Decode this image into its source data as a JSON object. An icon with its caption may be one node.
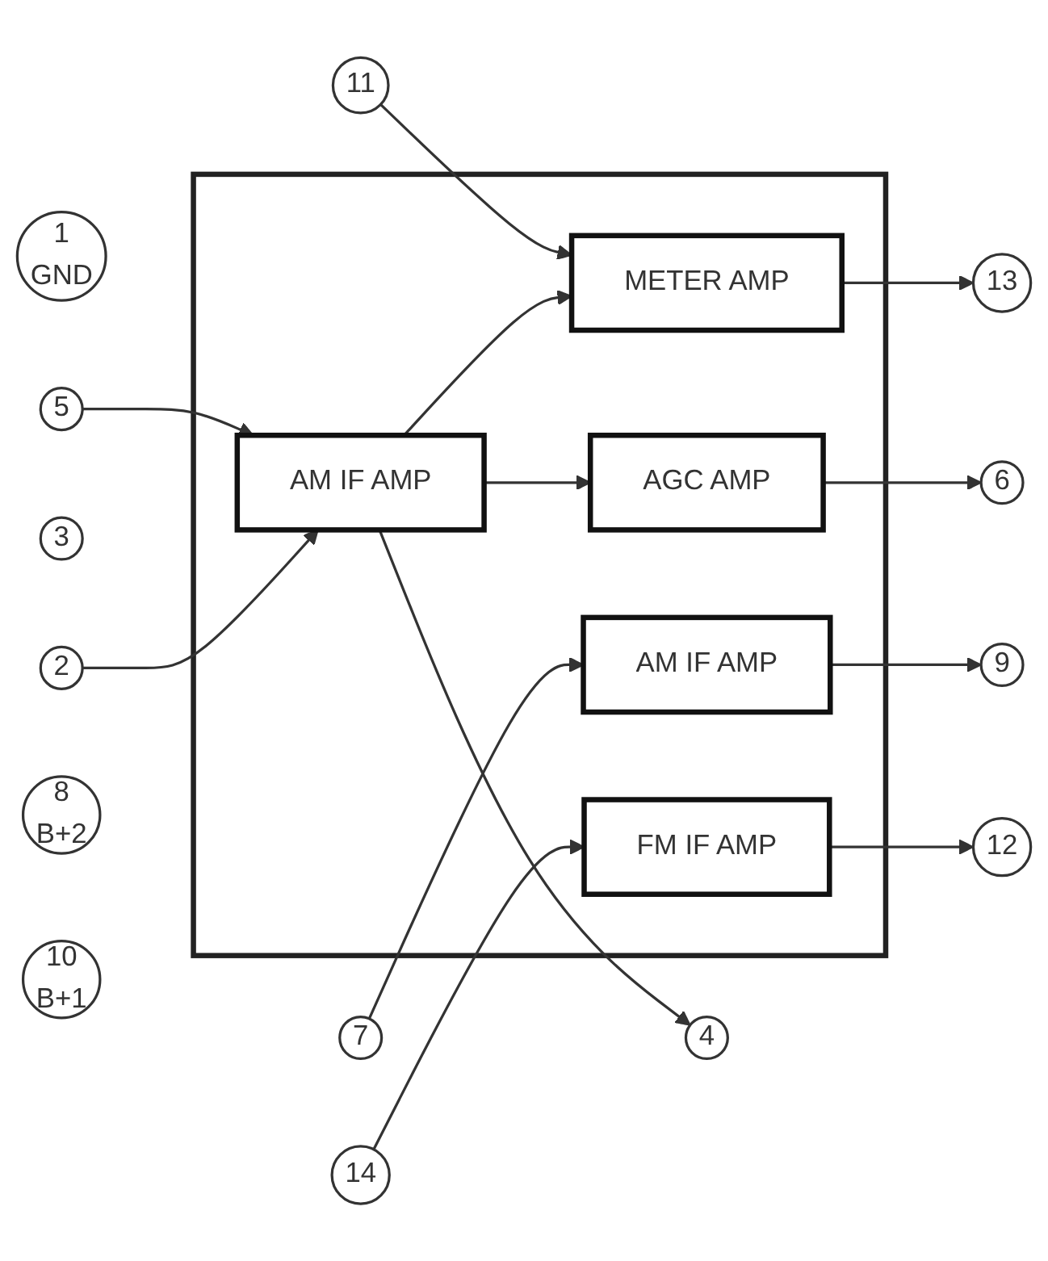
{
  "diagram": {
    "nodes": [
      {
        "text": [],
        "shape": "box"
      },
      {
        "text": [
          "FM IF AMP"
        ],
        "in": 0
      },
      {
        "text": [
          "AM IF AMP"
        ],
        "in": 0
      },
      {
        "text": [
          "METER AMP"
        ],
        "in": 0
      },
      {
        "text": [
          "AGC AMP"
        ],
        "in": 0
      },
      {
        "text": [
          "AM IF AMP"
        ],
        "in": 0
      },
      {
        "text": [
          "1",
          "GND"
        ]
      },
      {
        "text": [
          "2"
        ]
      },
      {
        "text": [
          "3"
        ]
      },
      {
        "text": [
          "4"
        ]
      },
      {
        "text": [
          "5"
        ]
      },
      {
        "text": [
          "6"
        ]
      },
      {
        "text": [
          "7"
        ]
      },
      {
        "text": [
          "8",
          "B+2"
        ]
      },
      {
        "text": [
          "9"
        ]
      },
      {
        "text": [
          "10",
          "B+1"
        ]
      },
      {
        "text": [
          "11"
        ]
      },
      {
        "text": [
          "12"
        ]
      },
      {
        "text": [
          "13"
        ]
      },
      {
        "text": [
          "14"
        ]
      }
    ],
    "edges": [
      {
        "from": 19,
        "to": 1,
        "arrow": "to"
      },
      {
        "from": 7,
        "to": 2,
        "arrow": "to"
      },
      {
        "from": 1,
        "to": 17,
        "arrow": "to"
      },
      {
        "from": 3,
        "to": 18,
        "arrow": "to"
      },
      {
        "from": 2,
        "to": 3,
        "arrow": "to"
      },
      {
        "from": 16,
        "to": 3,
        "arrow": "to"
      },
      {
        "from": 2,
        "to": 9,
        "arrow": "to"
      },
      {
        "from": 10,
        "to": 2,
        "arrow": "to"
      },
      {
        "from": 2,
        "to": 4,
        "arrow": "to"
      },
      {
        "from": 4,
        "to": 11,
        "arrow": "to"
      },
      {
        "from": 12,
        "to": 5,
        "arrow": "to"
      },
      {
        "from": 5,
        "to": 14,
        "arrow": "to"
      }
    ]
  }
}
